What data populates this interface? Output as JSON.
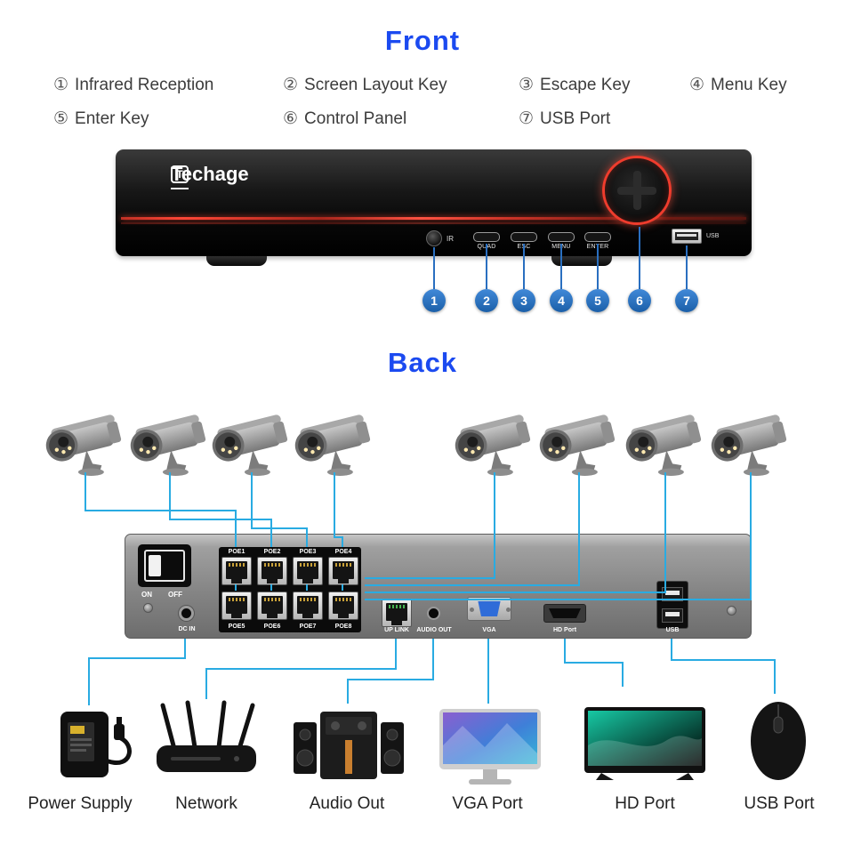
{
  "front": {
    "title": "Front",
    "legend": [
      {
        "num": "①",
        "label": "Infrared Reception"
      },
      {
        "num": "②",
        "label": "Screen Layout Key"
      },
      {
        "num": "③",
        "label": "Escape Key"
      },
      {
        "num": "④",
        "label": "Menu Key"
      },
      {
        "num": "⑤",
        "label": "Enter Key"
      },
      {
        "num": "⑥",
        "label": "Control Panel"
      },
      {
        "num": "⑦",
        "label": "USB Port"
      }
    ],
    "device": {
      "brand": "Techage",
      "logo_letter": "T",
      "ir_label": "IR",
      "buttons": [
        "QUAD",
        "ESC",
        "MENU",
        "ENTER"
      ],
      "usb_label": "USB"
    },
    "callouts": [
      "1",
      "2",
      "3",
      "4",
      "5",
      "6",
      "7"
    ]
  },
  "back": {
    "title": "Back",
    "panel": {
      "switch_on": "ON",
      "switch_off": "OFF",
      "dc_in": "DC IN",
      "poe_top": [
        "POE1",
        "POE2",
        "POE3",
        "POE4"
      ],
      "poe_bottom": [
        "POE5",
        "POE6",
        "POE7",
        "POE8"
      ],
      "uplink": "UP LINK",
      "audio_out": "AUDIO OUT",
      "vga": "VGA",
      "hd_port": "HD Port",
      "usb": "USB"
    },
    "camera_count": 8
  },
  "peripherals": [
    {
      "label": "Power Supply"
    },
    {
      "label": "Network"
    },
    {
      "label": "Audio Out"
    },
    {
      "label": "VGA Port"
    },
    {
      "label": "HD Port"
    },
    {
      "label": "USB Port"
    }
  ],
  "colors": {
    "title_blue": "#1b4af0",
    "connector_cyan": "#29abe2",
    "callout_blue": "#2a6fc0",
    "power_ring_red": "#ef3c2d"
  }
}
